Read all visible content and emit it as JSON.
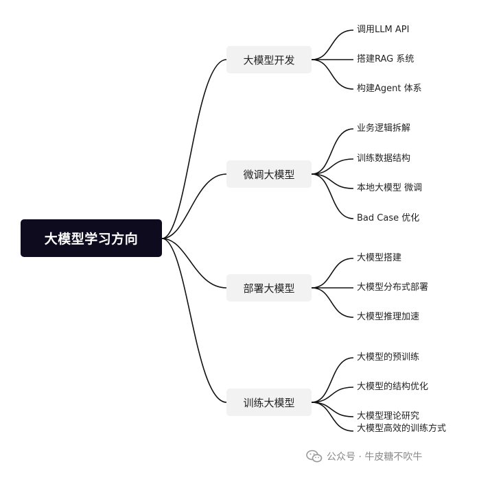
{
  "mindmap": {
    "root": "大模型学习方向",
    "branches": [
      {
        "label": "大模型开发",
        "leaves": [
          "调用LLM API",
          "搭建RAG 系统",
          "构建Agent 体系"
        ]
      },
      {
        "label": "微调大模型",
        "leaves": [
          "业务逻辑拆解",
          "训练数据结构",
          "本地大模型 微调",
          "Bad Case 优化"
        ]
      },
      {
        "label": "部署大模型",
        "leaves": [
          "大模型搭建",
          "大模型分布式部署",
          "大模型推理加速"
        ]
      },
      {
        "label": "训练大模型",
        "leaves": [
          "大模型的预训练",
          "大模型的结构优化",
          "大模型理论研究",
          "大模型高效的训练方式"
        ]
      }
    ]
  },
  "watermark": {
    "text": "公众号 · 牛皮糖不吹牛"
  },
  "colors": {
    "root_bg": "#0e0b1f",
    "branch_bg": "#f2f2f2",
    "line": "#111111",
    "text": "#222222"
  }
}
